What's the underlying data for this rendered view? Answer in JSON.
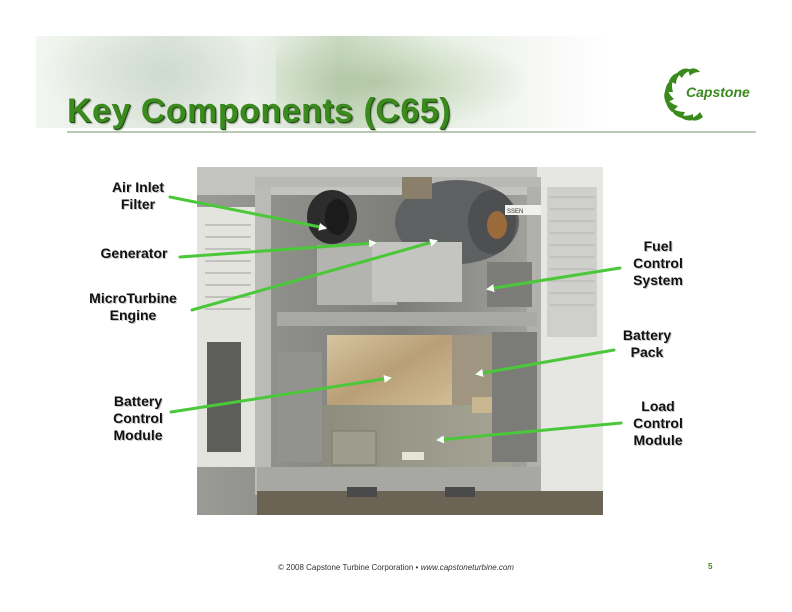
{
  "slide": {
    "title": "Key Components (C65)",
    "logo_text": "Capstone",
    "page_number": "5"
  },
  "labels": {
    "air_inlet_filter": [
      "Air Inlet",
      "Filter"
    ],
    "generator": [
      "Generator"
    ],
    "microturbine_engine": [
      "MicroTurbine",
      "Engine"
    ],
    "battery_control_module": [
      "Battery",
      "Control",
      "Module"
    ],
    "fuel_control_system": [
      "Fuel",
      "Control",
      "System"
    ],
    "battery_pack": [
      "Battery",
      "Pack"
    ],
    "load_control_module": [
      "Load",
      "Control",
      "Module"
    ]
  },
  "footer": {
    "copyright": "© 2008 Capstone Turbine Corporation",
    "separator": "•",
    "url": "www.capstoneturbine.com"
  },
  "photo_text": {
    "panel_tag": "SSEN"
  },
  "colors": {
    "title_green": "#3a8a1e",
    "arrow_green": "#4bc83a"
  }
}
